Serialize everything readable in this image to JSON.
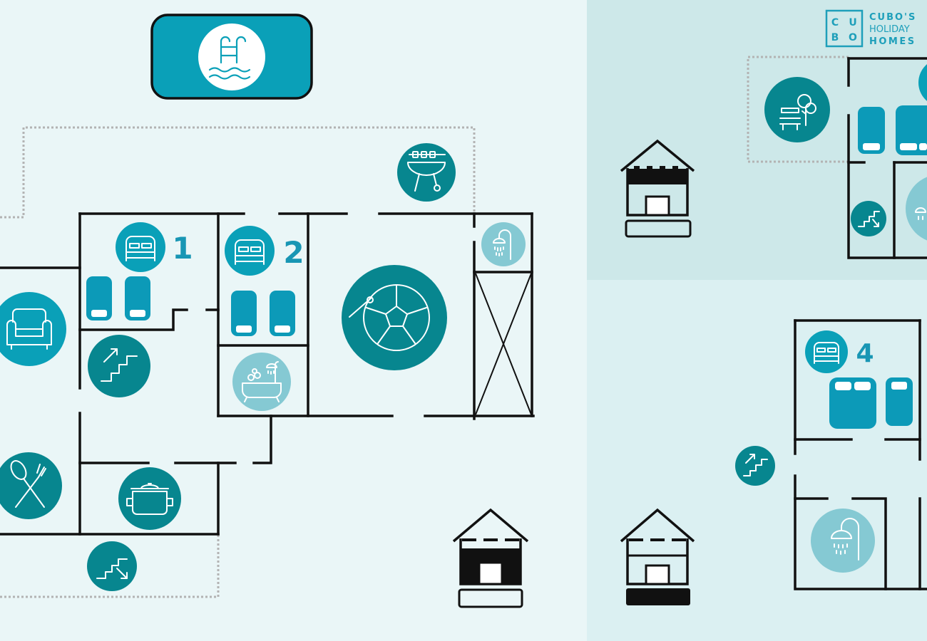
{
  "logo": {
    "letters": [
      "C",
      "U",
      "B",
      "O"
    ],
    "line1": "CUBO'S",
    "line2": "HOLIDAY",
    "line3": "HOMES",
    "color": "#1e9fba"
  },
  "rooms": {
    "bedroom1": "1",
    "bedroom2": "2",
    "bedroom4": "4"
  },
  "colors": {
    "background": "#eaf6f7",
    "panel_top": "#cde8e9",
    "panel_bottom": "#dbf0f2",
    "teal_dark": "#07868f",
    "teal_mid": "#0aa0b8",
    "teal_light": "#85c9d3",
    "wall": "#111111",
    "outdoor_outline": "#b3b3b3"
  },
  "icons": [
    "pool-icon",
    "bbq-icon",
    "outdoor-shower-icon",
    "sofa-icon",
    "double-bed-icon",
    "stairs-up-icon",
    "stairs-down-icon",
    "bathtub-icon",
    "football-icon",
    "dining-icon",
    "cooking-pot-icon",
    "garden-bench-icon",
    "shower-icon",
    "house-level-icon"
  ]
}
